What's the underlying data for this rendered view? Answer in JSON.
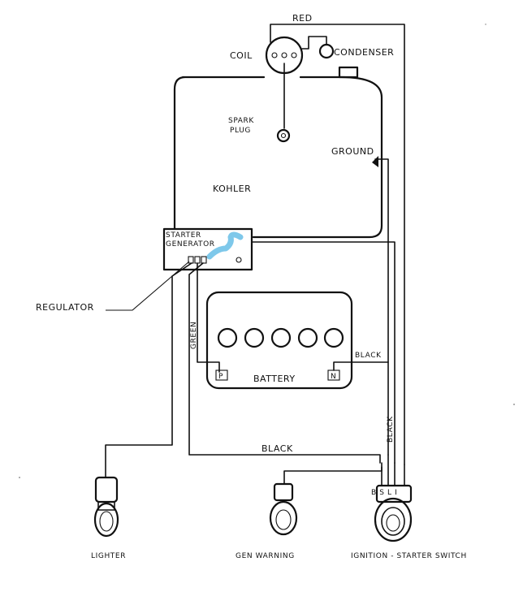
{
  "labels": {
    "red": "RED",
    "coil": "COIL",
    "condenser": "CONDENSER",
    "spark_plug_line1": "SPARK",
    "spark_plug_line2": "PLUG",
    "ground": "GROUND",
    "kohler": "KOHLER",
    "starter_generator_line1": "STARTER",
    "starter_generator_line2": "GENERATOR",
    "regulator": "REGULATOR",
    "green": "GREEN",
    "black_battery": "BLACK",
    "battery": "BATTERY",
    "battery_p": "P",
    "battery_n": "N",
    "black_vertical": "BLACK",
    "black_bottom": "BLACK",
    "switch_terminals": "B S L I",
    "lighter": "LIGHTER",
    "gen_warning": "GEN  WARNING",
    "ignition_starter_switch": "IGNITION - STARTER SWITCH"
  },
  "colors": {
    "ink": "#111111",
    "highlight": "#7ec8ea"
  }
}
